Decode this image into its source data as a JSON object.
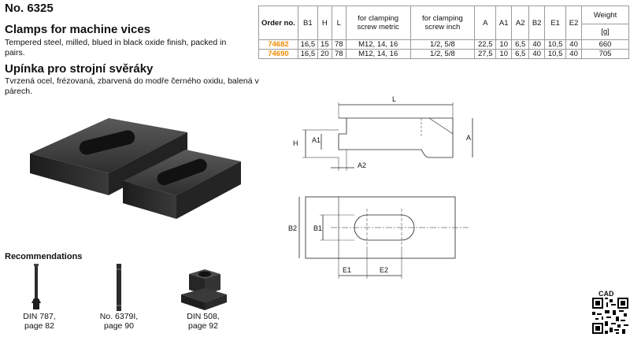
{
  "product_no": "No. 6325",
  "title_en": "Clamps for machine vices",
  "desc_en": "Tempered steel, milled, blued in black oxide finish, packed in pairs.",
  "title_cs": "Upínka pro strojní svěráky",
  "desc_cs": "Tvrzená ocel, frézovaná, zbarvená do modře černého oxidu, balená v párech.",
  "table": {
    "headers": {
      "order": "Order no.",
      "b1": "B1",
      "h": "H",
      "l": "L",
      "metric": "for clamping screw metric",
      "inch": "for clamping screw inch",
      "a": "A",
      "a1": "A1",
      "a2": "A2",
      "b2": "B2",
      "e1": "E1",
      "e2": "E2",
      "weight": "Weight",
      "weight_unit": "[g]"
    },
    "rows": [
      {
        "order": "74682",
        "b1": "16,5",
        "h": "15",
        "l": "78",
        "metric": "M12, 14, 16",
        "inch": "1/2, 5/8",
        "a": "22,5",
        "a1": "10",
        "a2": "6,5",
        "b2": "40",
        "e1": "10,5",
        "e2": "40",
        "weight": "660"
      },
      {
        "order": "74690",
        "b1": "16,5",
        "h": "20",
        "l": "78",
        "metric": "M12, 14, 16",
        "inch": "1/2, 5/8",
        "a": "27,5",
        "a1": "10",
        "a2": "6,5",
        "b2": "40",
        "e1": "10,5",
        "e2": "40",
        "weight": "705"
      }
    ]
  },
  "drawing_labels": {
    "l": "L",
    "h": "H",
    "a1": "A1",
    "a": "A",
    "a2": "A2",
    "b2": "B2",
    "b1": "B1",
    "e1": "E1",
    "e2": "E2"
  },
  "recommendations": {
    "title": "Recommendations",
    "items": [
      {
        "caption": "DIN 787, page 82",
        "icon": "t-slot-bolt-icon"
      },
      {
        "caption": "No. 6379I, page 90",
        "icon": "stud-bolt-icon"
      },
      {
        "caption": "DIN 508, page 92",
        "icon": "t-slot-nut-icon"
      }
    ]
  },
  "cad_label": "CAD",
  "colors": {
    "order_accent": "#f08c00",
    "steel": "#3a3a3a"
  }
}
